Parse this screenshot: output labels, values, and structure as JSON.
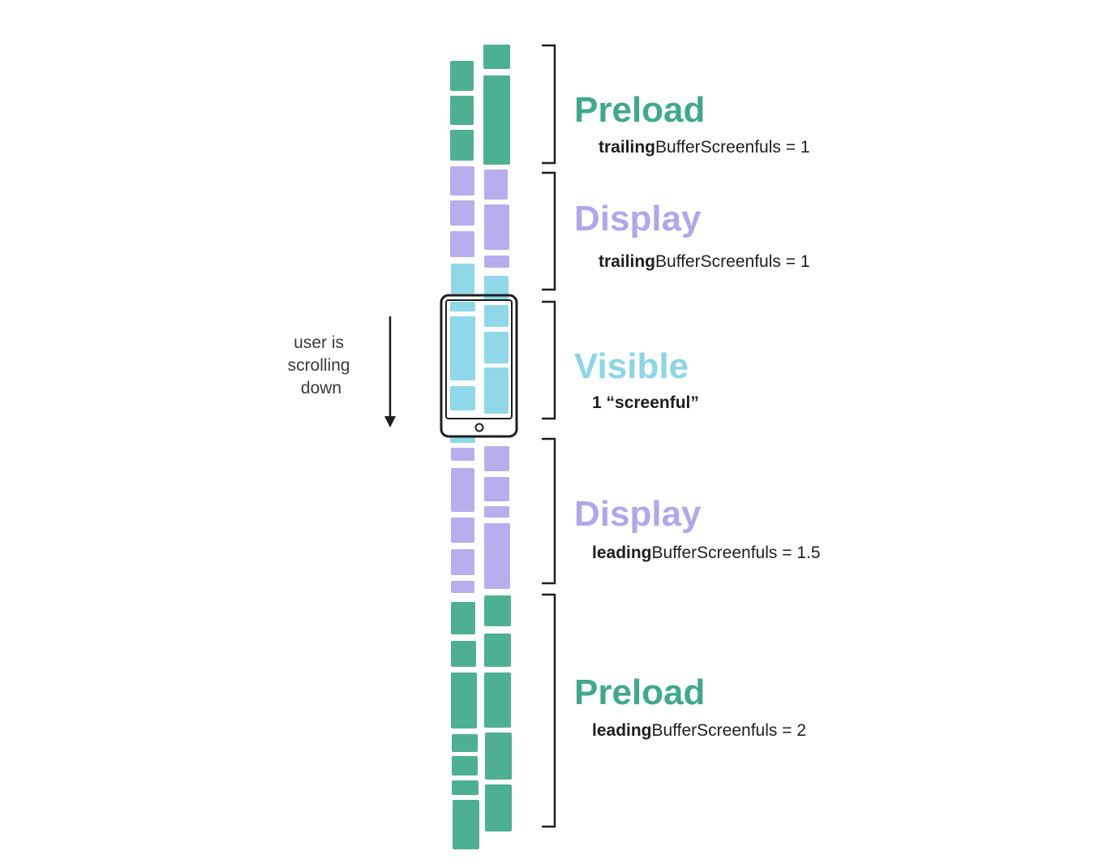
{
  "colors": {
    "preload": "#3fa98a",
    "display": "#b2a6ec",
    "visible": "#8ad6e6",
    "ink": "#1e1e1e"
  },
  "sections": [
    {
      "id": "preload-top",
      "title": "Preload",
      "param_bold": "trailing",
      "param_rest": "BufferScreenfuls = 1"
    },
    {
      "id": "display-top",
      "title": "Display",
      "param_bold": "trailing",
      "param_rest": "BufferScreenfuls = 1"
    },
    {
      "id": "visible",
      "title": "Visible",
      "param_bold": "1 “screenful”",
      "param_rest": ""
    },
    {
      "id": "display-bottom",
      "title": "Display",
      "param_bold": "leading",
      "param_rest": "BufferScreenfuls = 1.5"
    },
    {
      "id": "preload-bottom",
      "title": "Preload",
      "param_bold": "leading",
      "param_rest": "BufferScreenfuls = 2"
    }
  ],
  "scroll_note": {
    "line1": "user is",
    "line2": "scrolling",
    "line3": "down"
  },
  "icons": {
    "phone": "phone-icon",
    "arrow": "arrow-down-icon"
  }
}
